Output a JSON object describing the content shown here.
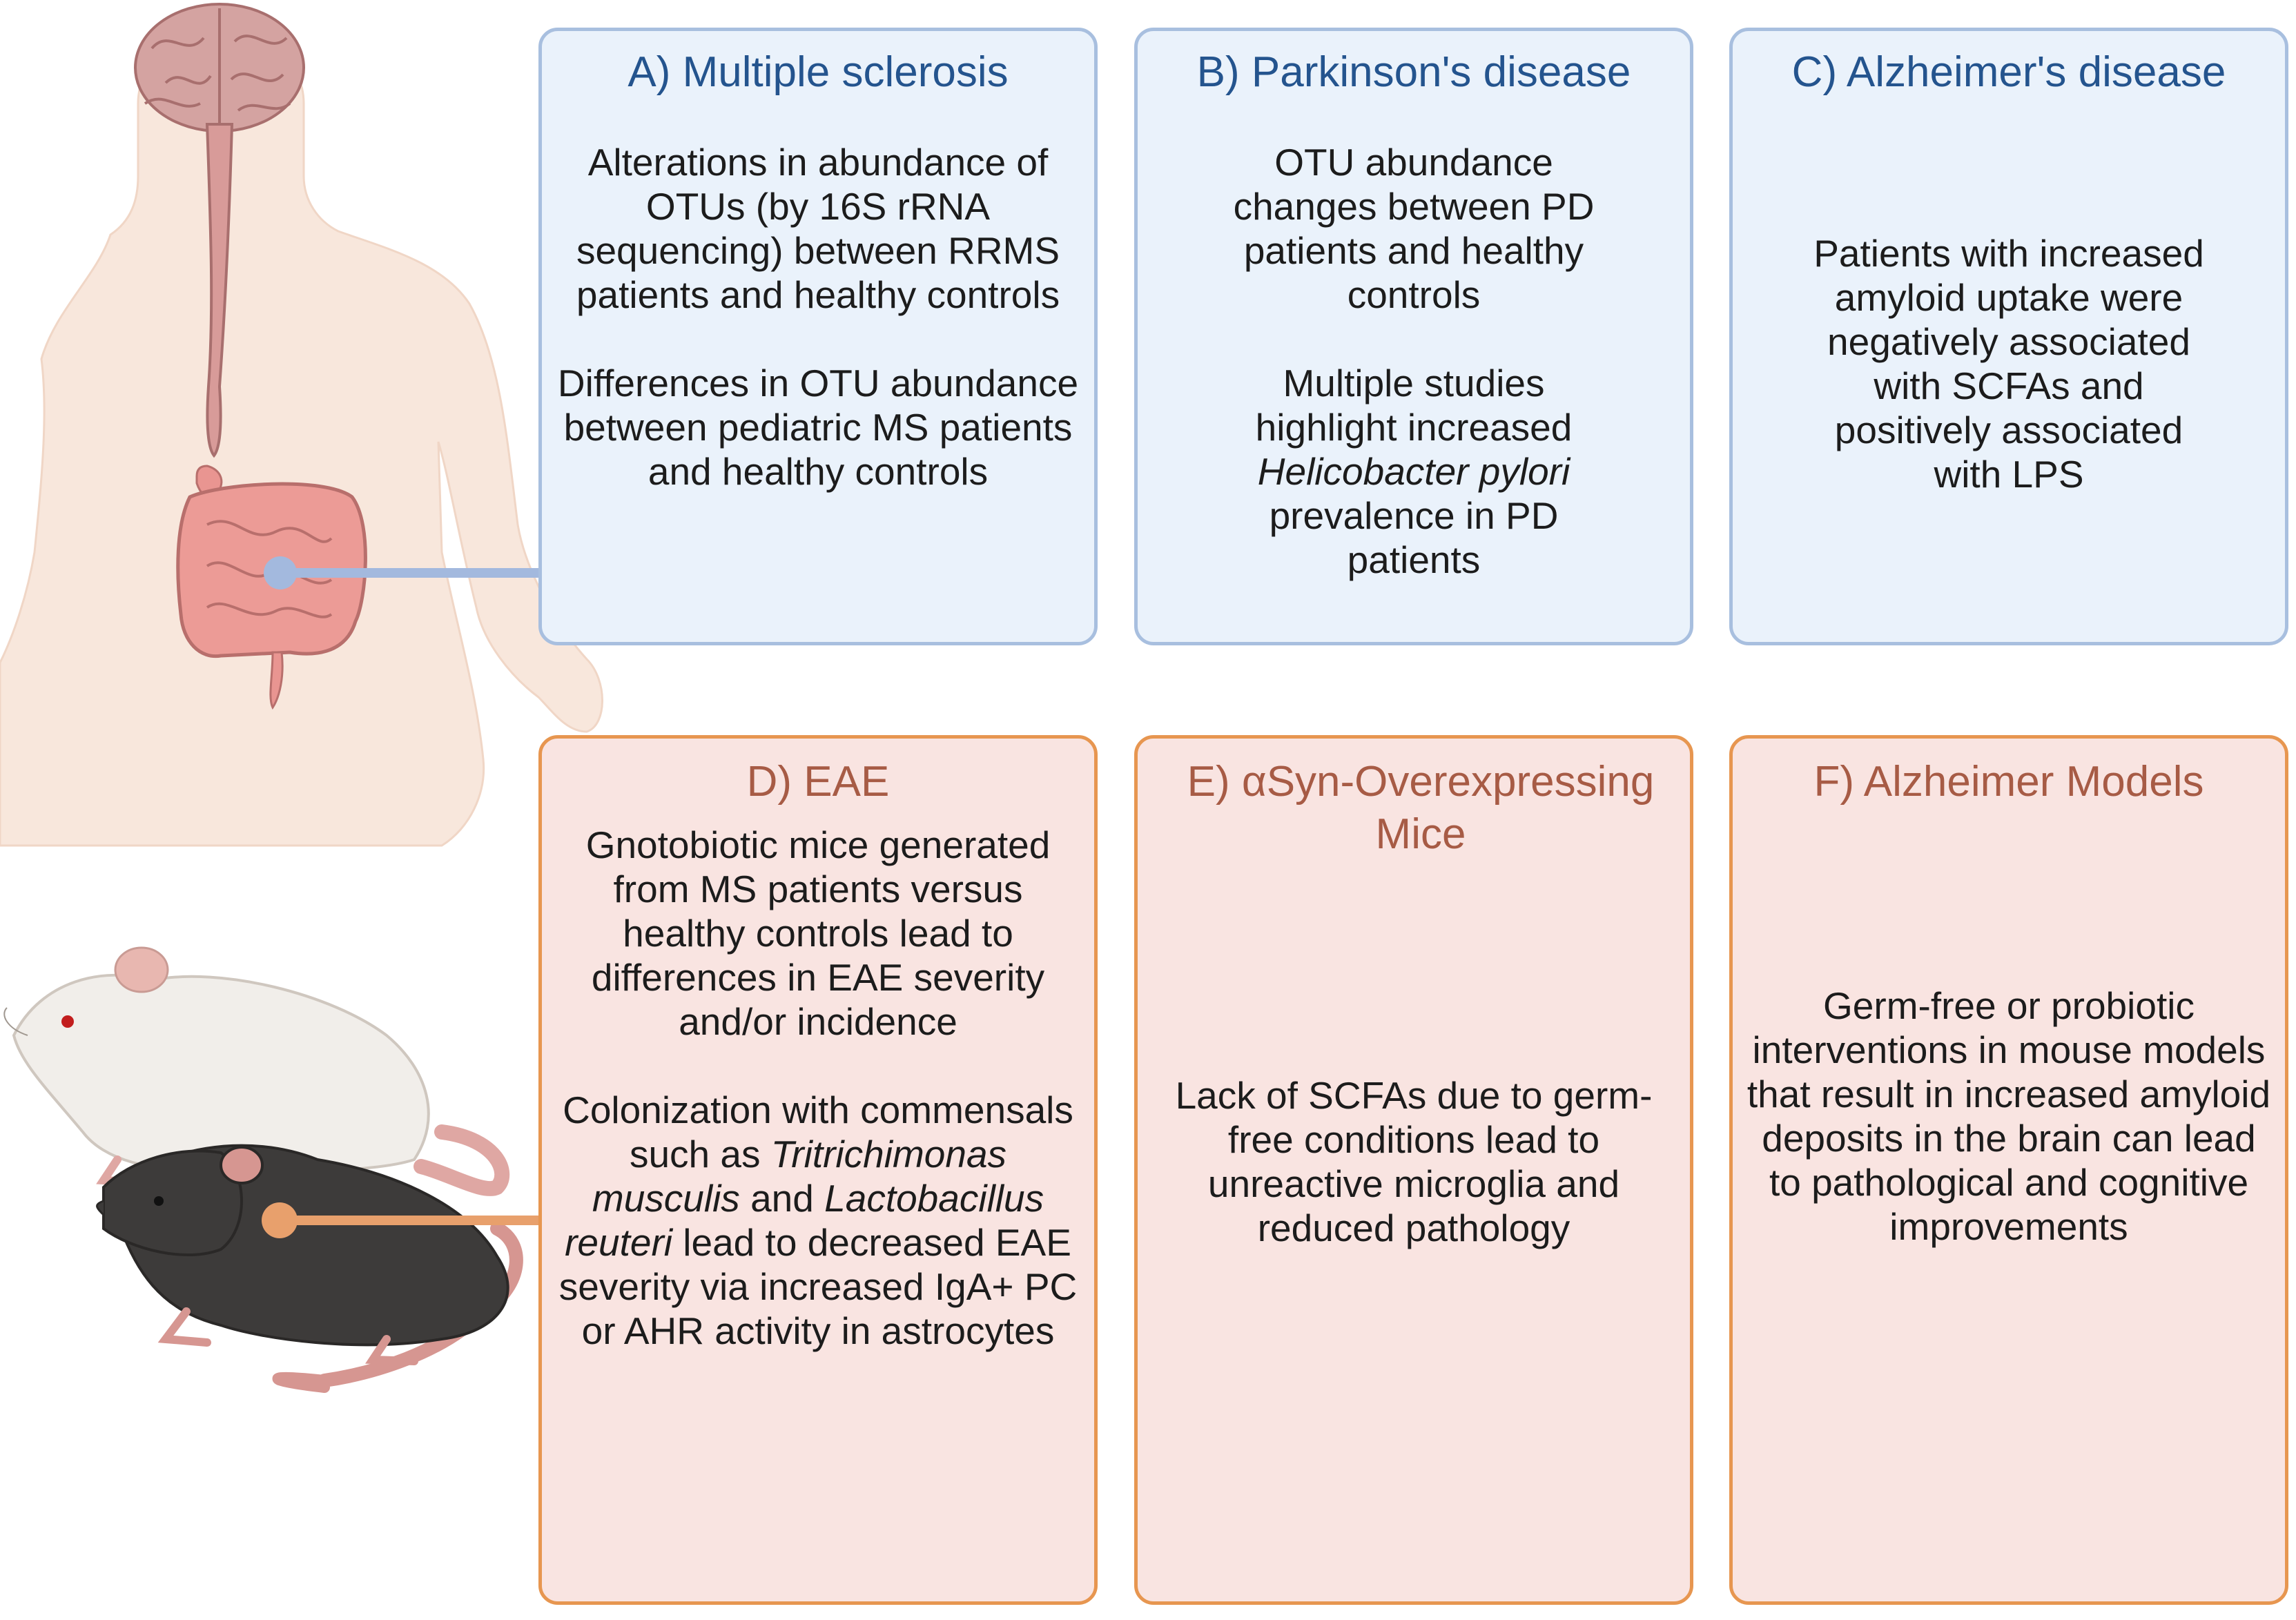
{
  "colors": {
    "human_fill": "#eaf2fb",
    "human_border": "#a8bfdf",
    "human_title": "#24548e",
    "mouse_fill": "#f9e4e1",
    "mouse_border": "#e79650",
    "mouse_title": "#a75b45",
    "human_connector": "#a3b9de",
    "mouse_connector": "#e8a06c"
  },
  "illustrations": {
    "human": "human-body-with-brain-and-gut-icon",
    "mice": "white-and-black-laboratory-mice-icon"
  },
  "panels": {
    "a": {
      "title": "A) Multiple sclerosis",
      "p1": "Alterations in abundance of OTUs (by 16S rRNA sequencing) between RRMS patients and healthy controls",
      "p2": "Differences in OTU abundance between pediatric MS patients and healthy controls"
    },
    "b": {
      "title": "B) Parkinson's disease",
      "p1": "OTU abundance changes between PD patients and healthy controls",
      "p2_pre": "Multiple studies highlight increased",
      "p2_italic": "Helicobacter pylori",
      "p2_post": "prevalence in PD patients"
    },
    "c": {
      "title": "C) Alzheimer's disease",
      "p1": "Patients with increased amyloid uptake were negatively associated with SCFAs and positively associated with LPS"
    },
    "d": {
      "title": "D) EAE",
      "p1": "Gnotobiotic mice generated from MS patients versus healthy controls lead to differences in EAE severity and/or incidence",
      "p2_pre": "Colonization with commensals such as",
      "p2_italic1": "Tritrichimonas musculis",
      "p2_mid": "and",
      "p2_italic2": "Lactobacillus reuteri",
      "p2_post": "lead to decreased EAE severity via increased IgA+ PC or AHR activity in astrocytes"
    },
    "e": {
      "title": "E) αSyn-Overexpressing Mice",
      "p1": "Lack of SCFAs due to germ-free conditions lead to unreactive microglia and reduced pathology"
    },
    "f": {
      "title": "F) Alzheimer Models",
      "p1": "Germ-free or probiotic interventions in mouse models that result in increased amyloid deposits in the brain can lead to pathological and cognitive improvements"
    }
  }
}
